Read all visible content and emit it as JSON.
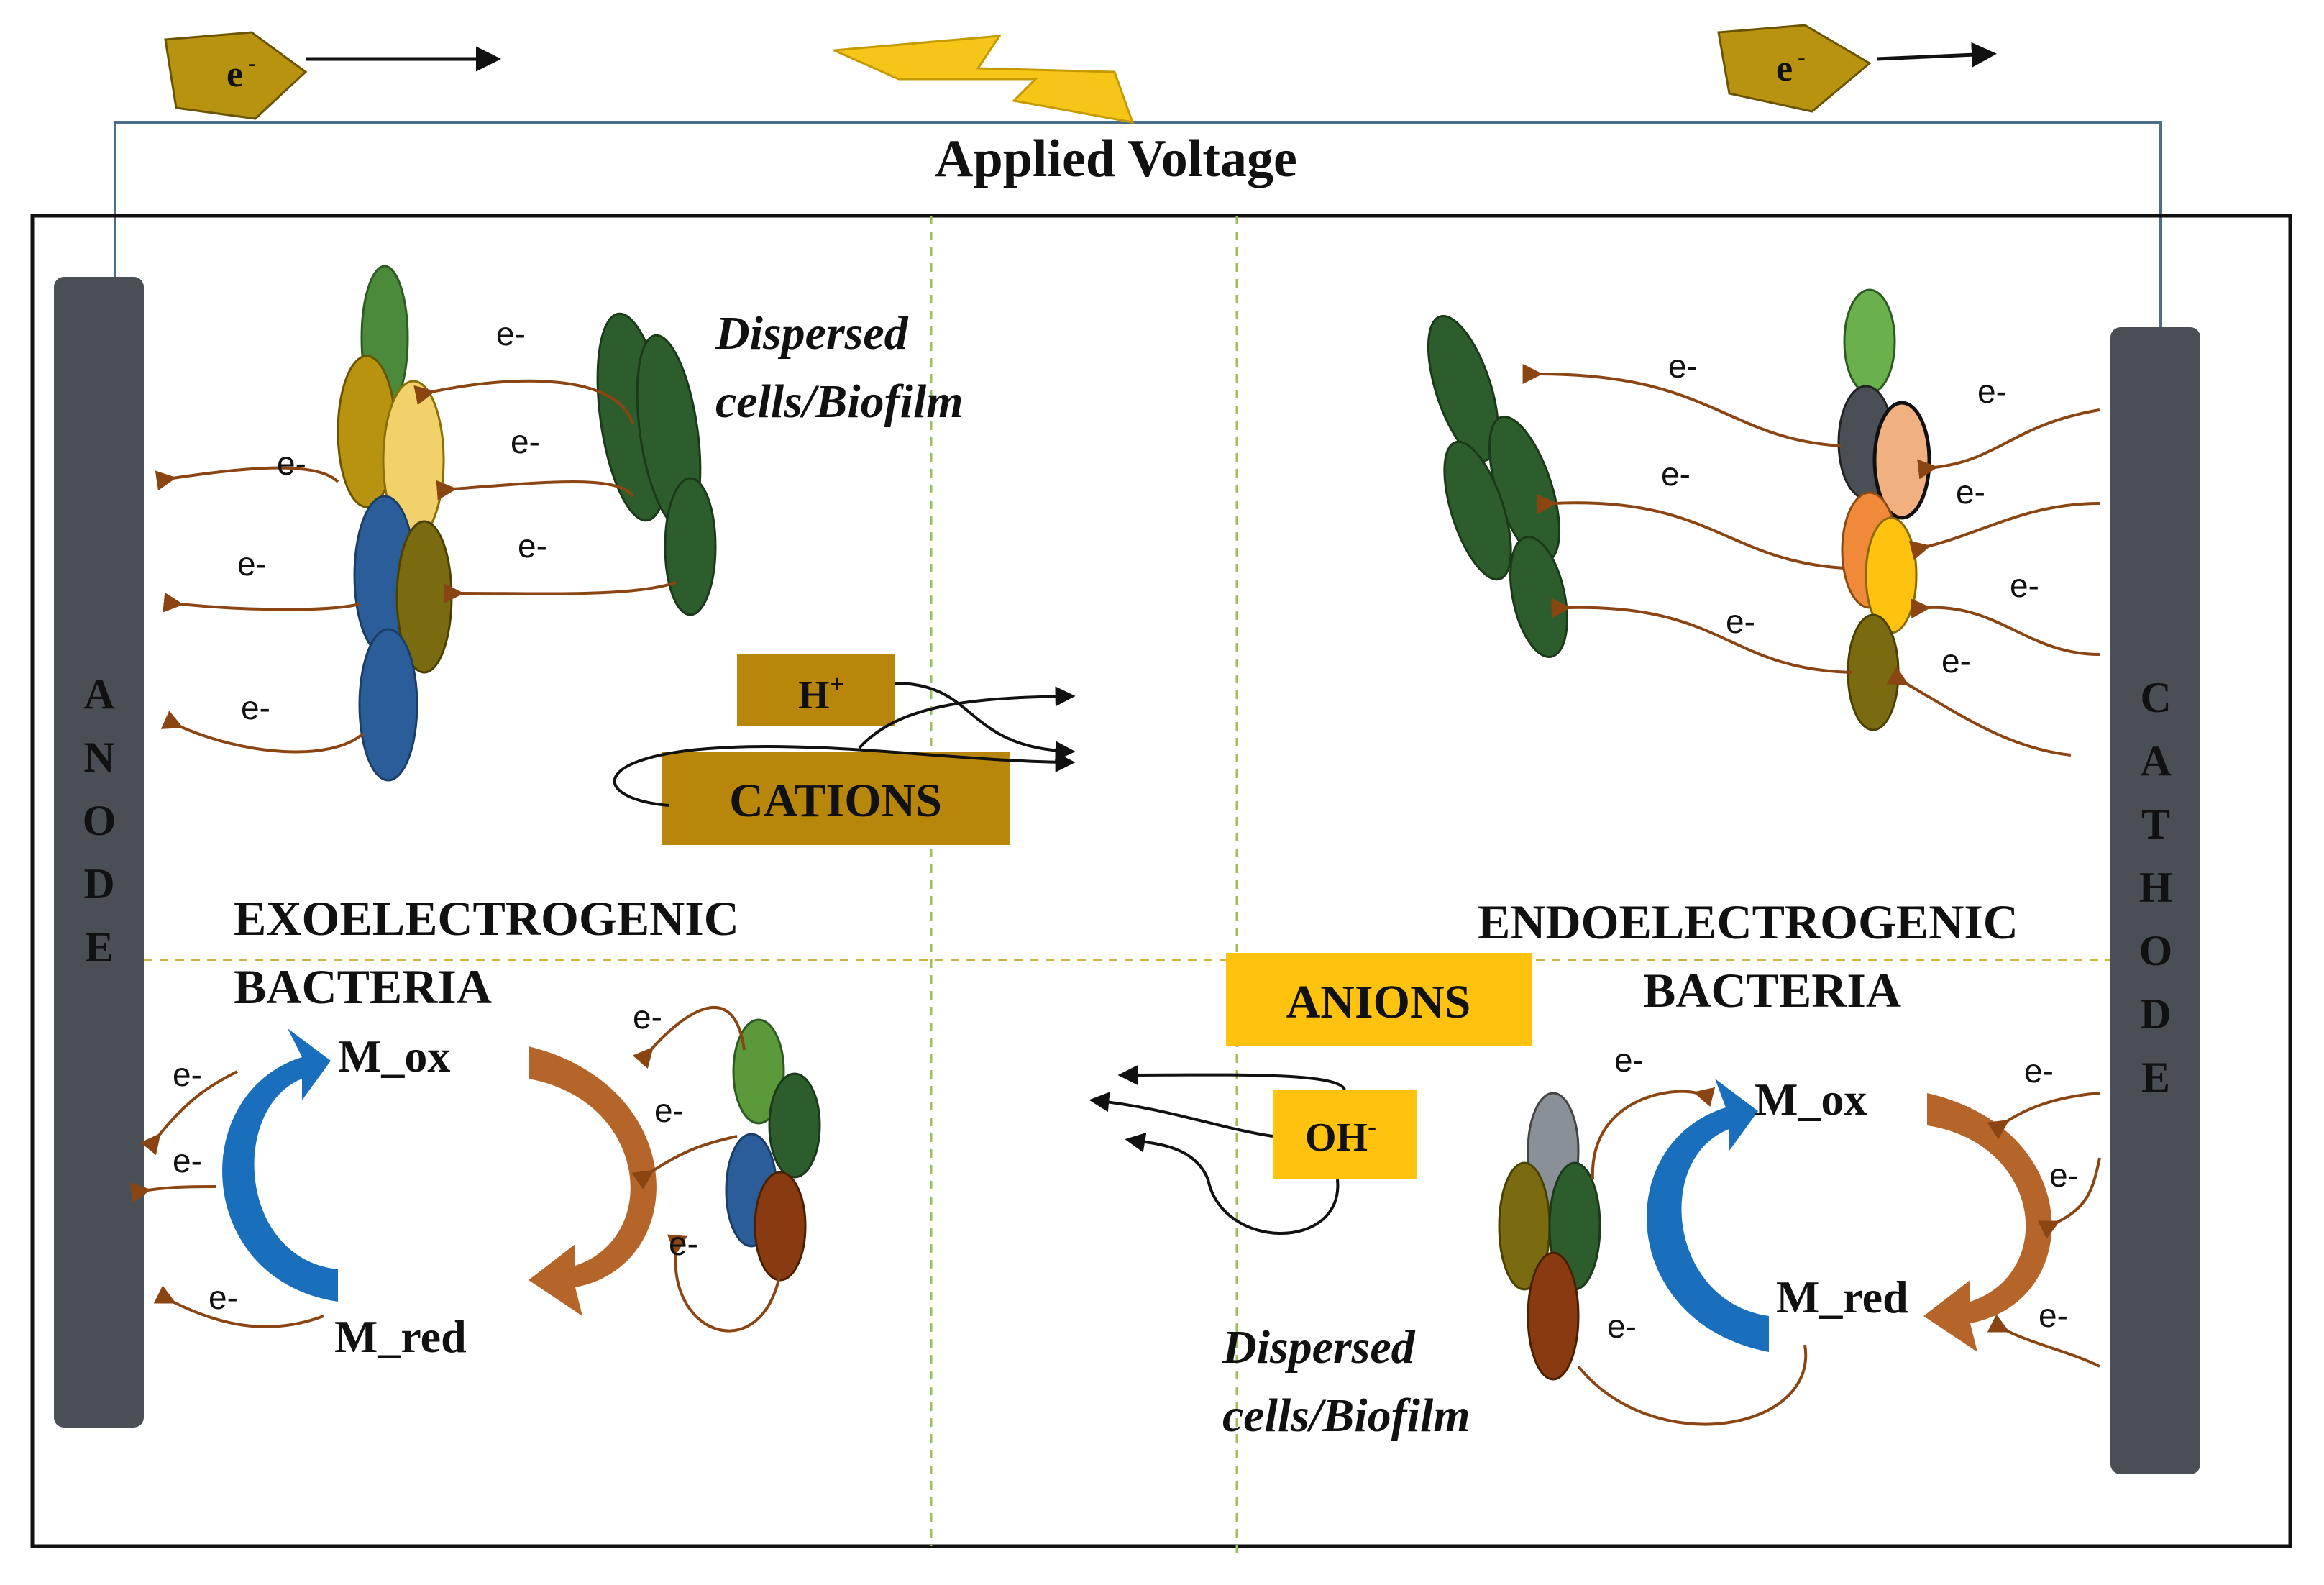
{
  "title": "Applied Voltage",
  "electrode_left": "ANODE",
  "electrode_right": "CATHODE",
  "electron_badge": "e",
  "electron_badge_sup": "-",
  "electron_label": "e-",
  "dispersed_line1": "Dispersed",
  "dispersed_line2": "cells/Biofilm",
  "h_plus": "H",
  "h_plus_sup": "+",
  "cations": "CATIONS",
  "anions": "ANIONS",
  "oh": "OH",
  "oh_sup": "-",
  "exo_line1": "EXOELECTROGENIC",
  "exo_line2": "BACTERIA",
  "endo_line1": "ENDOELECTROGENIC",
  "endo_line2": "BACTERIA",
  "m_ox": "M_ox",
  "m_red": "M_red",
  "colors": {
    "electrode": "#4a4f55",
    "badge": "#b8930f",
    "lightning": "#f5c518",
    "cation_box": "#b8860b",
    "anion_box": "#ffc20e",
    "blue_arrow": "#1a6fbd",
    "brown_arrow": "#b5652a",
    "electron_line": "#8b4513",
    "wire": "#4a6e8a",
    "divider": "#b8a830"
  }
}
